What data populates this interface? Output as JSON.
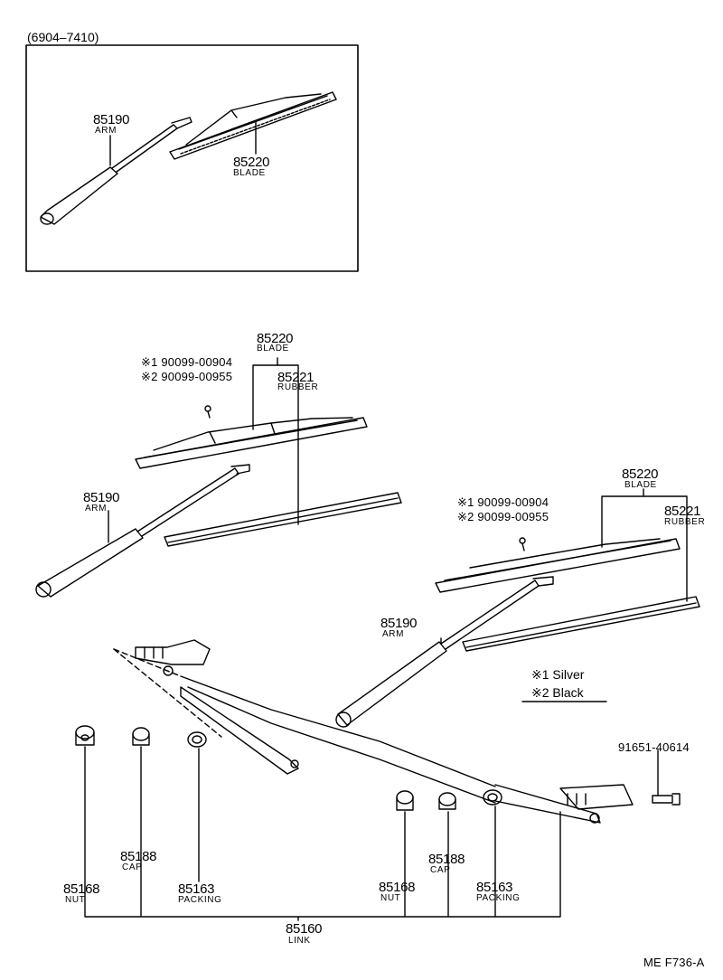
{
  "header": {
    "range": "(6904–7410)"
  },
  "inset": {
    "arm": {
      "pn": "85190",
      "name": "ARM"
    },
    "blade": {
      "pn": "85220",
      "name": "BLADE"
    }
  },
  "left_group": {
    "blade": {
      "pn": "85220",
      "name": "BLADE"
    },
    "rubber": {
      "pn": "85221",
      "name": "RUBBER"
    },
    "screw1": "※1  90099-00904",
    "screw2": "※2  90099-00955",
    "arm": {
      "pn": "85190",
      "name": "ARM"
    }
  },
  "right_group": {
    "blade": {
      "pn": "85220",
      "name": "BLADE"
    },
    "rubber": {
      "pn": "85221",
      "name": "RUBBER"
    },
    "screw1": "※1  90099-00904",
    "screw2": "※2  90099-00955",
    "arm": {
      "pn": "85190",
      "name": "ARM"
    }
  },
  "legend": {
    "item1": "※1  Silver",
    "item2": "※2  Black"
  },
  "bolt": {
    "pn": "91651-40614"
  },
  "link_parts": {
    "nut_l": {
      "pn": "85168",
      "name": "NUT"
    },
    "cap_l": {
      "pn": "85188",
      "name": "CAP"
    },
    "packing_l": {
      "pn": "85163",
      "name": "PACKING"
    },
    "nut_r": {
      "pn": "85168",
      "name": "NUT"
    },
    "cap_r": {
      "pn": "85188",
      "name": "CAP"
    },
    "packing_r": {
      "pn": "85163",
      "name": "PACKING"
    },
    "link": {
      "pn": "85160",
      "name": "LINK"
    }
  },
  "footer": {
    "code": "ME F736-A"
  }
}
